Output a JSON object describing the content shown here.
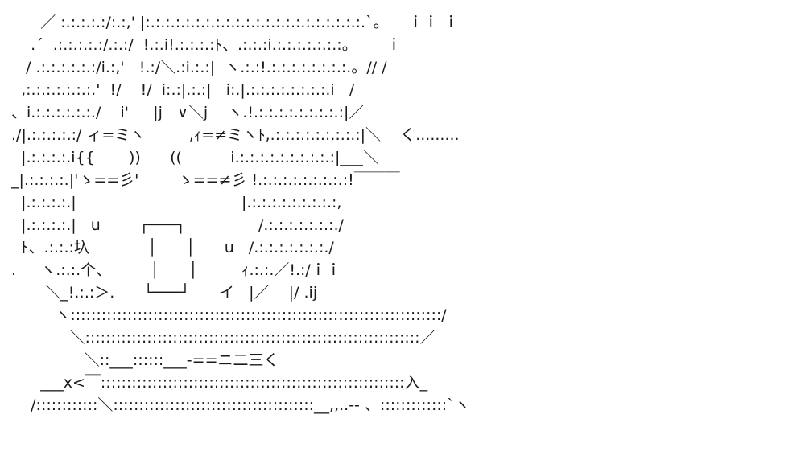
{
  "art": {
    "lines": [
      "      ／ :.:.:.:.:/:.:,' |:.:.:.:.:.:.:.:.:.:.:.:.:.:.:.:.:.:.:.:.:.:.`。    ｉｉ ｉ",
      "    .´  .:.:.:.:.:/.:.:/  !.:.i!.:.:.:.:ﾄ、.:.:.:i.:.:.:.:.:.:.:。      ｉ",
      "   / .:.:.:.:.:.:/i.:,'   !.:/＼.:i.:.:|  ヽ.:.:!.:.:.:.:.:.:.:.:.。// /",
      "  ,:.:.:.:.:.:.:.'  !/    !/  i:.:|.:.:|   i:.|.:.:.:.:.:.:.:.:.i   /",
      "、i.:.:.:.:.:.:./    i'     |j   ∨＼j    ヽ.!.:.:.:.:.:.:.:.:.:|／",
      "./|.:.:.:.:.:/ ィ=ミヽ         ,ｨ=≠ミヽﾄ,.:.:.:.:.:.:.:.:.:|＼    く.........",
      "  |.:.:.:.:.i{{       ))      ((          i.:.:.:.:.:.:.:.:.:.:|___＼",
      "_|.:.:.:.:.|'ゝ==彡'        ゝ==≠彡 !.:.:.:.:.:.:.:.:.:!￣￣￣",
      "  |.:.:.:.:.|                                  |.:.:.:.:.:.:.:.:.:,",
      "  |.:.:.:.:.|   u        ┌───┐               /.:.:.:.:.:.:.:./",
      "  ﾄ、.:.:.:圦            │      │      u   /.:.:.:.:.:.:.:./",
      ".     ヽ.:.:.个、        │      │         ｨ.:.:.／!.:/ｉｉ",
      "       ＼_!.:.:＞.      └───┘      イ   |／    |/ .ij",
      "         ヽ::::::::::::::::::::::::::::::::::::::::::::::::::::::::::::::::::::::::/",
      "            ＼:::::::::::::::::::::::::::::::::::::::::::::::::::::::::::::::::／",
      "               ＼::___::::::___-==ニ二三く",
      "      ___x<￣:::::::::::::::::::::::::::::::::::::::::::::::::::::::::::入_",
      "    /::::::::::::＼:::::::::::::::::::::::::::::::::::::::__,,..-‐ 、:::::::::::::`ヽ"
    ]
  }
}
